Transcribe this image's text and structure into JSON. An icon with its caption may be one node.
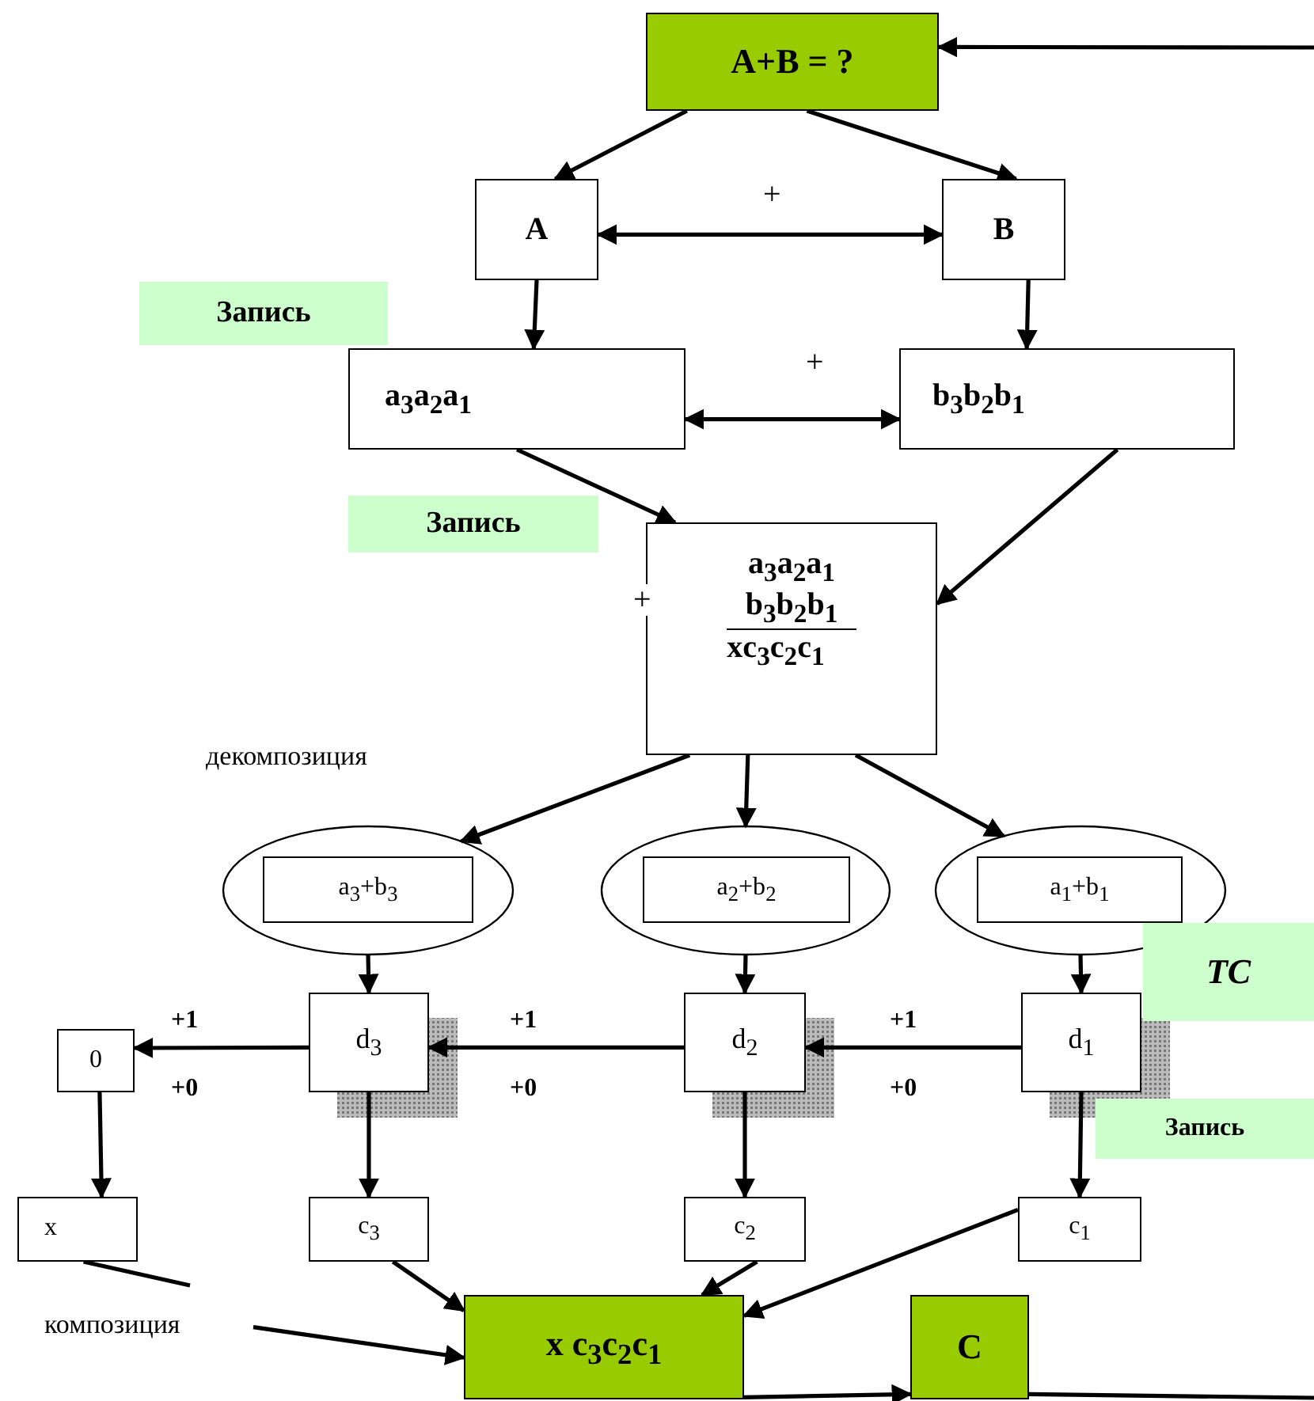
{
  "diagram": {
    "nodes": [
      {
        "text": [
          "A+B = ?"
        ]
      },
      {
        "text": [
          "A"
        ]
      },
      {
        "text": [
          "B"
        ]
      },
      {
        "text": [
          "Запись"
        ]
      },
      {
        "text": [
          "a$_{3}$a$_{2}$a$_{1}$"
        ]
      },
      {
        "text": [
          "b$_{3}$b$_{2}$b$_{1}$"
        ]
      },
      {
        "text": [
          "Запись"
        ]
      },
      {
        "text": [
          "a$_{3}$a$_{2}$a$_{1}$",
          "b$_{3}$b$_{2}$b$_{1}$",
          "xc$_{3}$c$_{2}$c$_{1}$"
        ],
        "beside": [
          "+"
        ]
      },
      {
        "text": [],
        "shape": "ellipse"
      },
      {
        "text": [
          "a$_{3}$+b$_{3}$"
        ],
        "in": 8
      },
      {
        "text": [],
        "shape": "ellipse"
      },
      {
        "text": [
          "a$_{2}$+b$_{2}$"
        ],
        "in": 10
      },
      {
        "text": [],
        "shape": "ellipse"
      },
      {
        "text": [
          "a$_{1}$+b$_{1}$"
        ],
        "in": 12
      },
      {
        "text": [
          "TC"
        ]
      },
      {
        "text": [
          "0"
        ]
      },
      {
        "text": [
          "d$_{3}$"
        ]
      },
      {
        "text": [
          "d$_{2}$"
        ]
      },
      {
        "text": [
          "d$_{1}$"
        ]
      },
      {
        "text": [
          "Запись"
        ]
      },
      {
        "text": [
          "x"
        ]
      },
      {
        "text": [
          "c$_{3}$"
        ]
      },
      {
        "text": [
          "c$_{2}$"
        ]
      },
      {
        "text": [
          "c$_{1}$"
        ]
      },
      {
        "text": [
          "композиция"
        ]
      },
      {
        "text": [
          "x  c$_{3}$c$_{2}$c$_{1}$"
        ]
      },
      {
        "text": [
          "C"
        ]
      }
    ],
    "edges": [
      {
        "from": null,
        "to": 0,
        "arrow": "to"
      },
      {
        "from": 0,
        "to": 1,
        "arrow": "to"
      },
      {
        "from": 0,
        "to": 2,
        "arrow": "to"
      },
      {
        "from": 1,
        "to": 2,
        "arrow": "both"
      },
      {
        "from": 1,
        "to": 4,
        "arrow": "to"
      },
      {
        "from": 2,
        "to": 5,
        "arrow": "to"
      },
      {
        "from": 4,
        "to": 5,
        "arrow": "both"
      },
      {
        "from": 4,
        "to": 7,
        "arrow": "to"
      },
      {
        "from": 5,
        "to": 7,
        "arrow": "to"
      },
      {
        "from": 7,
        "to": 8,
        "arrow": "to"
      },
      {
        "from": 7,
        "to": 10,
        "arrow": "to"
      },
      {
        "from": 7,
        "to": 12,
        "arrow": "to"
      },
      {
        "from": 8,
        "to": 16,
        "arrow": "to"
      },
      {
        "from": 10,
        "to": 17,
        "arrow": "to"
      },
      {
        "from": 12,
        "to": 18,
        "arrow": "to"
      },
      {
        "from": 18,
        "to": 17,
        "arrow": "to"
      },
      {
        "from": 17,
        "to": 16,
        "arrow": "to"
      },
      {
        "from": 16,
        "to": 15,
        "arrow": "to"
      },
      {
        "from": 15,
        "to": 20,
        "arrow": "to"
      },
      {
        "from": 16,
        "to": 21,
        "arrow": "to"
      },
      {
        "from": 17,
        "to": 22,
        "arrow": "to"
      },
      {
        "from": 18,
        "to": 23,
        "arrow": "to"
      },
      {
        "from": 21,
        "to": 25,
        "arrow": "to"
      },
      {
        "from": 22,
        "to": 25,
        "arrow": "to"
      },
      {
        "from": 23,
        "to": 25,
        "arrow": "to"
      },
      {
        "from": 24,
        "to": 25,
        "arrow": "to"
      },
      {
        "from": 20,
        "to": null,
        "arrow": "none"
      },
      {
        "from": 25,
        "to": 26,
        "arrow": "to"
      },
      {
        "from": 26,
        "to": null,
        "arrow": "none"
      }
    ],
    "labels": [
      "+",
      "+",
      "декомпозиция",
      "+1",
      "+1",
      "+1",
      "+0",
      "+0",
      "+0"
    ]
  }
}
